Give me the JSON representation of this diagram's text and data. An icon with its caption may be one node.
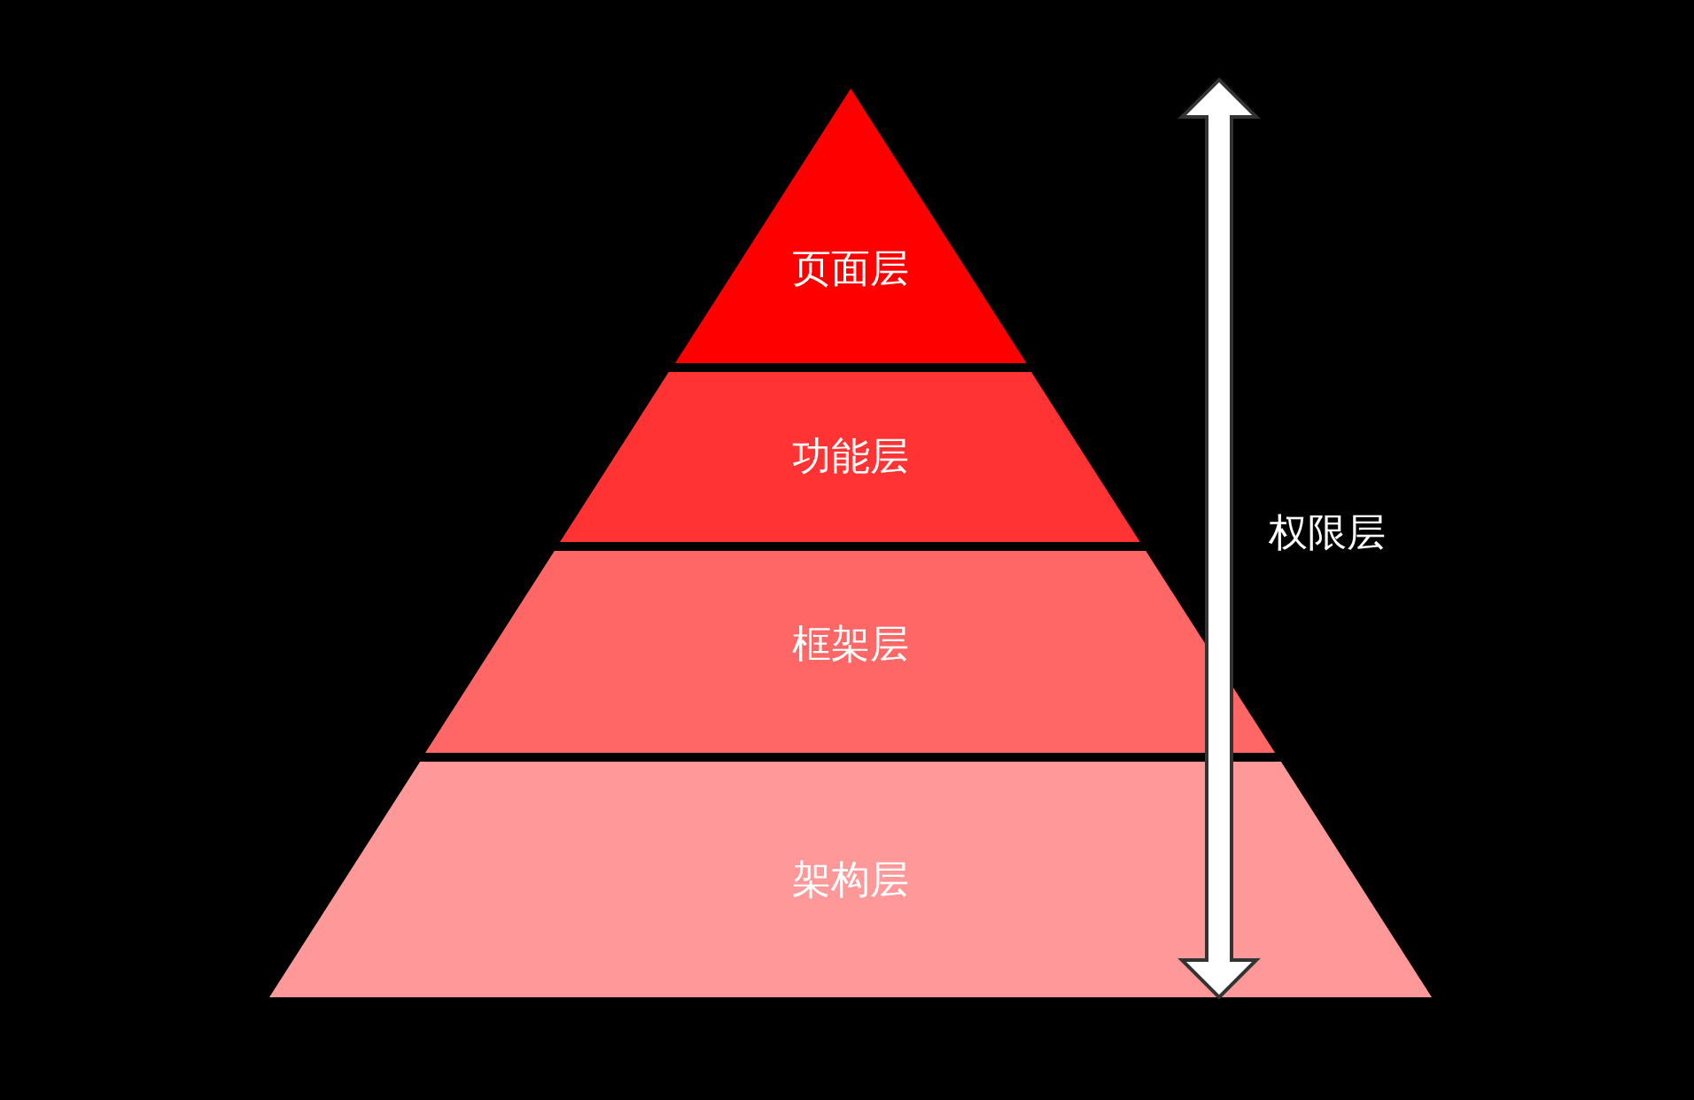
{
  "diagram": {
    "nodes": [
      {
        "text": [
          "页面层"
        ]
      },
      {
        "text": [
          "功能层"
        ]
      },
      {
        "text": [
          "框架层"
        ]
      },
      {
        "text": [
          "架构层"
        ]
      }
    ],
    "labels": [
      "权限层"
    ]
  }
}
